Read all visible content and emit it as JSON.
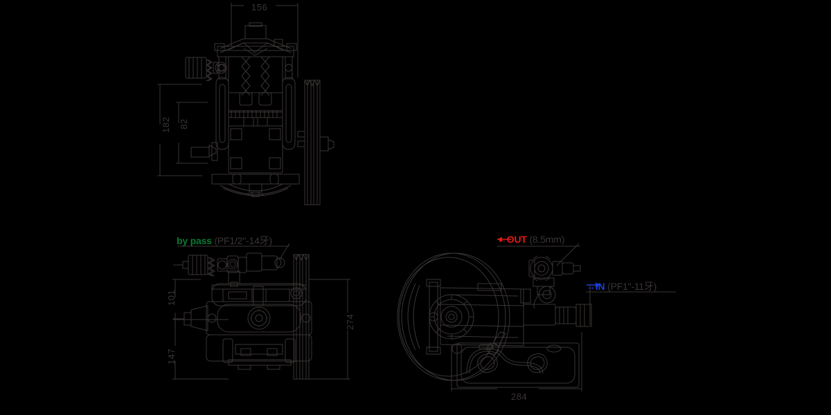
{
  "drawing": {
    "title": "pump-assembly-technical-drawing",
    "background_color": "#000000",
    "line_color": "#3a3535",
    "views": [
      {
        "name": "top-view",
        "label": ""
      },
      {
        "name": "front-view",
        "label": ""
      },
      {
        "name": "side-view",
        "label": ""
      }
    ]
  },
  "dimensions": {
    "width_top": "156",
    "height_overall": "182",
    "height_inner": "82",
    "height_upper_front": "101",
    "height_lower_front": "147",
    "height_side": "274",
    "width_base": "284"
  },
  "annotations": {
    "bypass": {
      "name": "by pass",
      "spec": "(PF1/2\"-14牙)",
      "color": "#0a7a32"
    },
    "out": {
      "name": "←OUT",
      "spec": "(8.5mm)",
      "color": "#e01b16"
    },
    "in": {
      "name": "→IN",
      "spec": "(PF1\"-11牙)",
      "color": "#1b3fd6"
    }
  }
}
